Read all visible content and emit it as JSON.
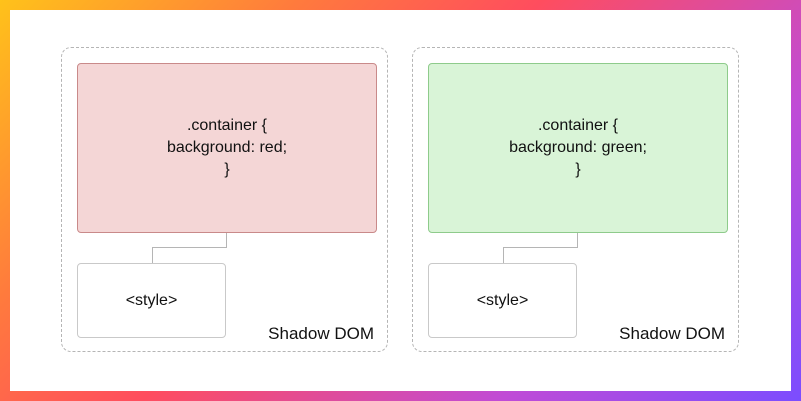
{
  "panels": [
    {
      "rule_lines": [
        ".container {",
        "background: red;",
        "}"
      ],
      "style_tag": "<style>",
      "label": "Shadow DOM",
      "fill": "#f4d6d6"
    },
    {
      "rule_lines": [
        ".container {",
        "background: green;",
        "}"
      ],
      "style_tag": "<style>",
      "label": "Shadow DOM",
      "fill": "#d9f4d7"
    }
  ],
  "colors": {
    "red_fill": "#f4d6d6",
    "green_fill": "#d9f4d7",
    "dashed_border": "#b5b5b5"
  }
}
